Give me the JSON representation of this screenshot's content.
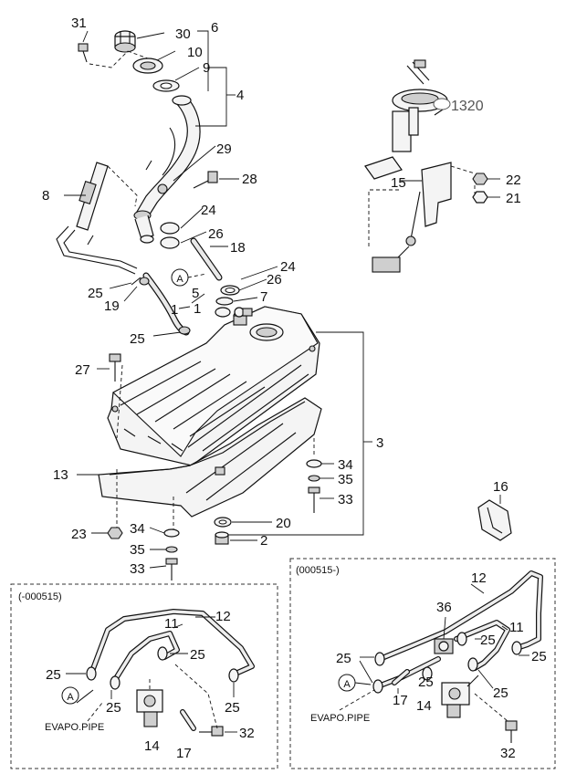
{
  "callouts": {
    "c31": "31",
    "c30": "30",
    "c6": "6",
    "c10": "10",
    "c9": "9",
    "c4": "4",
    "c29": "29",
    "c28": "28",
    "c8": "8",
    "c24a": "24",
    "c26a": "26",
    "c18": "18",
    "c24b": "24",
    "c26b": "26",
    "c7": "7",
    "c25a": "25",
    "c19": "19",
    "c5": "5",
    "c1a": "1",
    "c1b": "1",
    "c25b": "25",
    "c27": "27",
    "c3": "3",
    "c13": "13",
    "c34a": "34",
    "c35a": "35",
    "c33a": "33",
    "c20": "20",
    "c2": "2",
    "c23": "23",
    "c34b": "34",
    "c35b": "35",
    "c33b": "33",
    "c16": "16",
    "c1320": "1320",
    "c15": "15",
    "c22": "22",
    "c21": "21",
    "circleA": "A"
  },
  "left_box": {
    "title": "(-000515)",
    "evap_label": "EVAPO.PIPE",
    "circle": "A",
    "labels": {
      "n12": "12",
      "n11": "11",
      "n25a": "25",
      "n25b": "25",
      "n25c": "25",
      "n25d": "25",
      "n32": "32",
      "n14": "14",
      "n17": "17"
    }
  },
  "right_box": {
    "title": "(000515-)",
    "evap_label": "EVAPO.PIPE",
    "circle": "A",
    "labels": {
      "n12": "12",
      "n36": "36",
      "n11": "11",
      "n25a": "25",
      "n25b": "25",
      "n25c": "25",
      "n25d": "25",
      "n25e": "25",
      "n17": "17",
      "n14": "14",
      "n32": "32"
    }
  }
}
